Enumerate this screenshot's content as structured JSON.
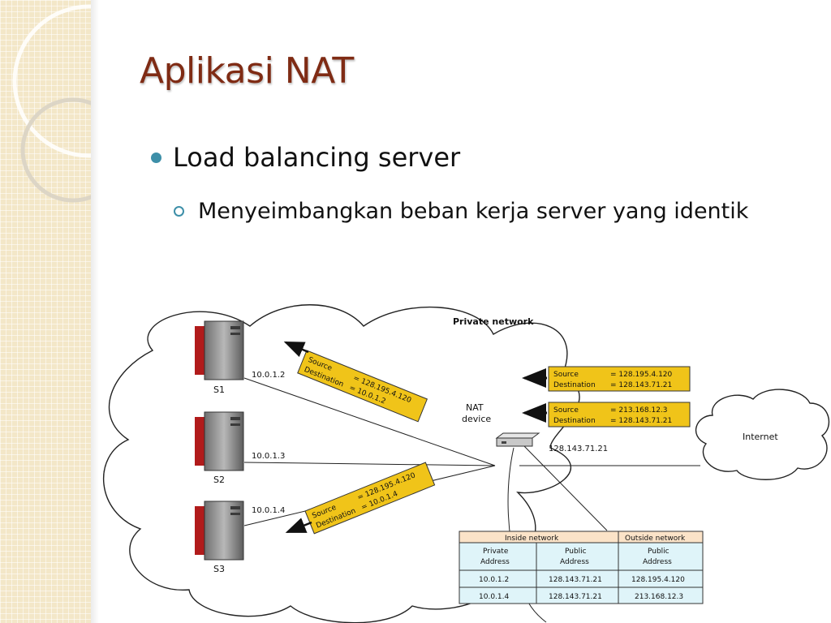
{
  "slide": {
    "title": "Aplikasi NAT",
    "bullet1": "Load balancing server",
    "bullet2": "Menyeimbangkan beban kerja server yang identik"
  },
  "colors": {
    "title": "#7f2b14",
    "bullet_accent": "#3d8fa8",
    "side_strip": "#f3e7c8",
    "label_fill": "#f0c419",
    "table_header": "#fbe3c8",
    "table_body": "#dff4f9"
  },
  "diagram": {
    "private_network_label": "Private network",
    "servers": [
      {
        "name": "S1",
        "ip": "10.0.1.2"
      },
      {
        "name": "S2",
        "ip": "10.0.1.3"
      },
      {
        "name": "S3",
        "ip": "10.0.1.4"
      }
    ],
    "nat_label_line1": "NAT",
    "nat_label_line2": "device",
    "nat_ip": "128.143.71.21",
    "internet_label": "Internet",
    "tag_s1": {
      "source_label": "Source",
      "source_value": "= 128.195.4.120",
      "dest_label": "Destination",
      "dest_value": "= 10.0.1.2"
    },
    "tag_s3": {
      "source_label": "Source",
      "source_value": "= 128.195.4.120",
      "dest_label": "Destination",
      "dest_value": "= 10.0.1.4"
    },
    "tag_in1": {
      "source_label": "Source",
      "source_value": "= 128.195.4.120",
      "dest_label": "Destination",
      "dest_value": "= 128.143.71.21"
    },
    "tag_in2": {
      "source_label": "Source",
      "source_value": "= 213.168.12.3",
      "dest_label": "Destination",
      "dest_value": "= 128.143.71.21"
    },
    "table": {
      "group_inside": "Inside network",
      "group_outside": "Outside network",
      "col1": [
        "Private",
        "Address"
      ],
      "col2": [
        "Public",
        "Address"
      ],
      "col3": [
        "Public",
        "Address"
      ],
      "rows": [
        [
          "10.0.1.2",
          "128.143.71.21",
          "128.195.4.120"
        ],
        [
          "10.0.1.4",
          "128.143.71.21",
          "213.168.12.3"
        ]
      ]
    }
  }
}
